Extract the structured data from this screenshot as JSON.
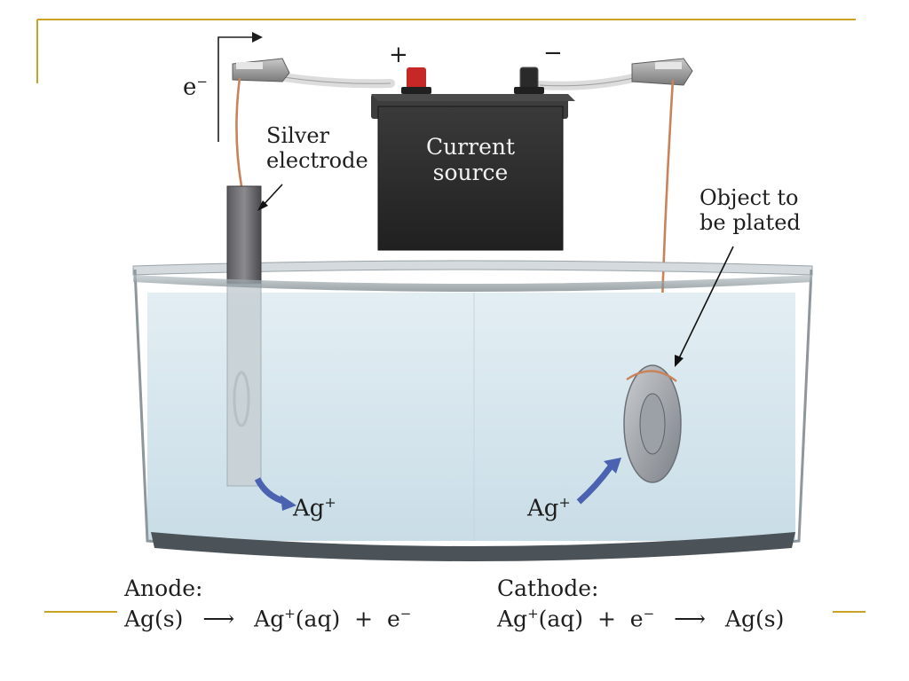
{
  "colors": {
    "accent_line": "#c9a227",
    "battery_body": "#2b2b2b",
    "positive_terminal": "#c62828",
    "negative_terminal": "#2a2a2a",
    "water": "#d8e7ef",
    "wire_copper": "#c9835a",
    "ion_arrow": "#4a62b0"
  },
  "battery": {
    "label_line1": "Current",
    "label_line2": "source",
    "plus_sign": "+",
    "minus_sign": "−"
  },
  "electron_flow_label": "e",
  "electron_flow_sup": "−",
  "silver_electrode_label_line1": "Silver",
  "silver_electrode_label_line2": "electrode",
  "object_label_line1": "Object to",
  "object_label_line2": "be plated",
  "ion_left": {
    "base": "Ag",
    "sup": "+"
  },
  "ion_right": {
    "base": "Ag",
    "sup": "+"
  },
  "anode": {
    "title": "Anode:",
    "reactant": "Ag(s)",
    "arrow": "⟶",
    "product_base": "Ag",
    "product_sup": "+",
    "product_rest": "(aq)  +  e",
    "electron_sup": "−"
  },
  "cathode": {
    "title": "Cathode:",
    "reactant_base": "Ag",
    "reactant_sup": "+",
    "reactant_rest": "(aq)  +  e",
    "electron_sup": "−",
    "arrow": "⟶",
    "product": "Ag(s)"
  }
}
